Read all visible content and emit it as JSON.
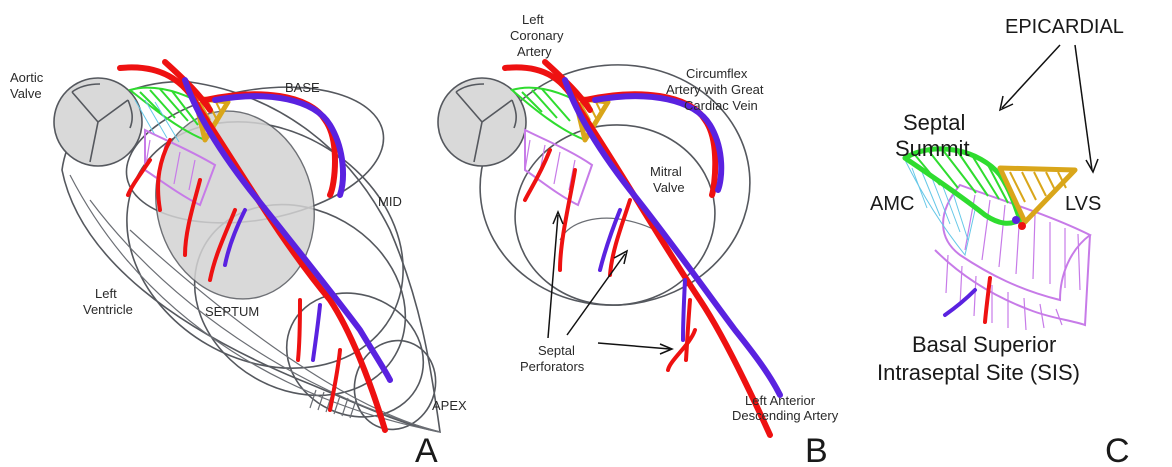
{
  "panel_a": {
    "aortic_valve_line1": "Aortic",
    "aortic_valve_line2": "Valve",
    "base": "BASE",
    "mid": "MID",
    "left_ventricle_line1": "Left",
    "left_ventricle_line2": "Ventricle",
    "septum": "SEPTUM",
    "apex": "APEX",
    "panel_letter": "A"
  },
  "panel_b": {
    "lca_line1": "Left",
    "lca_line2": "Coronary",
    "lca_line3": "Artery",
    "circ_line1": "Circumflex",
    "circ_line2": "Artery with Great",
    "circ_line3": "Cardiac Vein",
    "mitral_line1": "Mitral",
    "mitral_line2": "Valve",
    "septal_line1": "Septal",
    "septal_line2": "Perforators",
    "lad_line1": "Left Anterior",
    "lad_line2": "Descending Artery",
    "panel_letter": "B"
  },
  "panel_c": {
    "epicardial": "EPICARDIAL",
    "septal_summit_line1": "Septal",
    "septal_summit_line2": "Summit",
    "amc": "AMC",
    "lvs": "LVS",
    "sis_line1": "Basal Superior",
    "sis_line2": "Intraseptal Site (SIS)",
    "panel_letter": "C"
  },
  "colors": {
    "artery": "#ee1111",
    "vein": "#5a22e0",
    "septal_summit": "#2fdc2f",
    "amc": "#66c8e8",
    "lvs": "#d9a61a",
    "sis": "#c77be8",
    "outline": "#55585e",
    "valve_fill": "#d9d9d9"
  }
}
